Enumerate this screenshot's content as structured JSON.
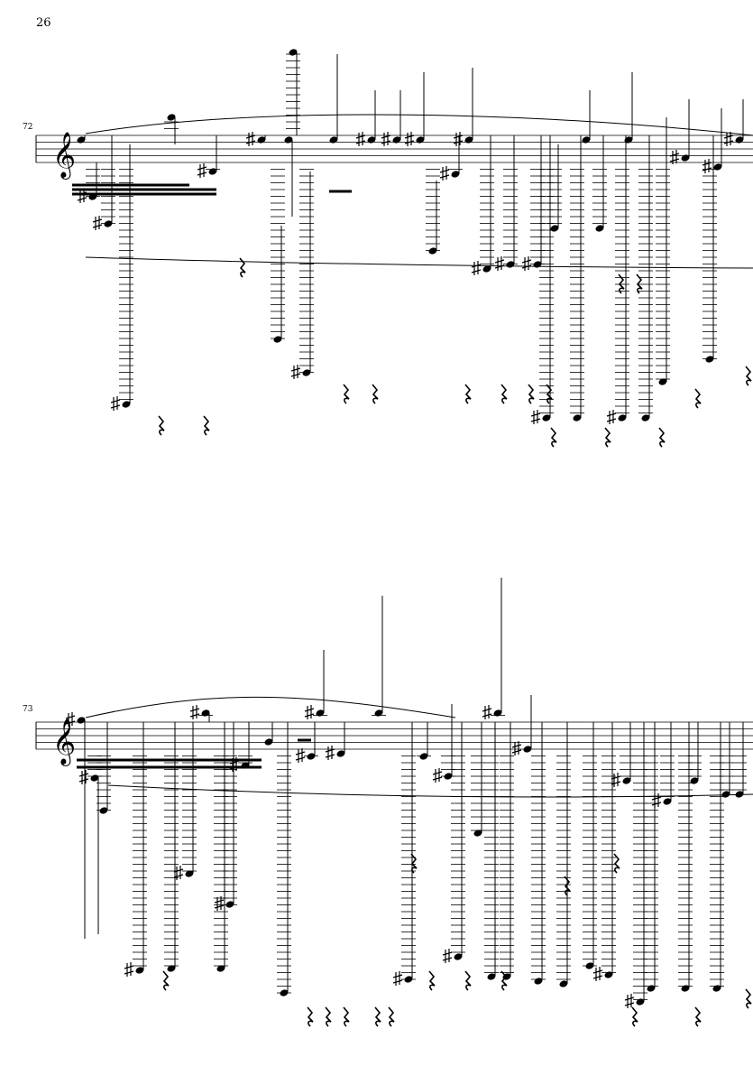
{
  "page": {
    "number": "26"
  },
  "systems": [
    {
      "measure_number": "72",
      "clef": "treble"
    },
    {
      "measure_number": "73",
      "clef": "treble"
    }
  ]
}
